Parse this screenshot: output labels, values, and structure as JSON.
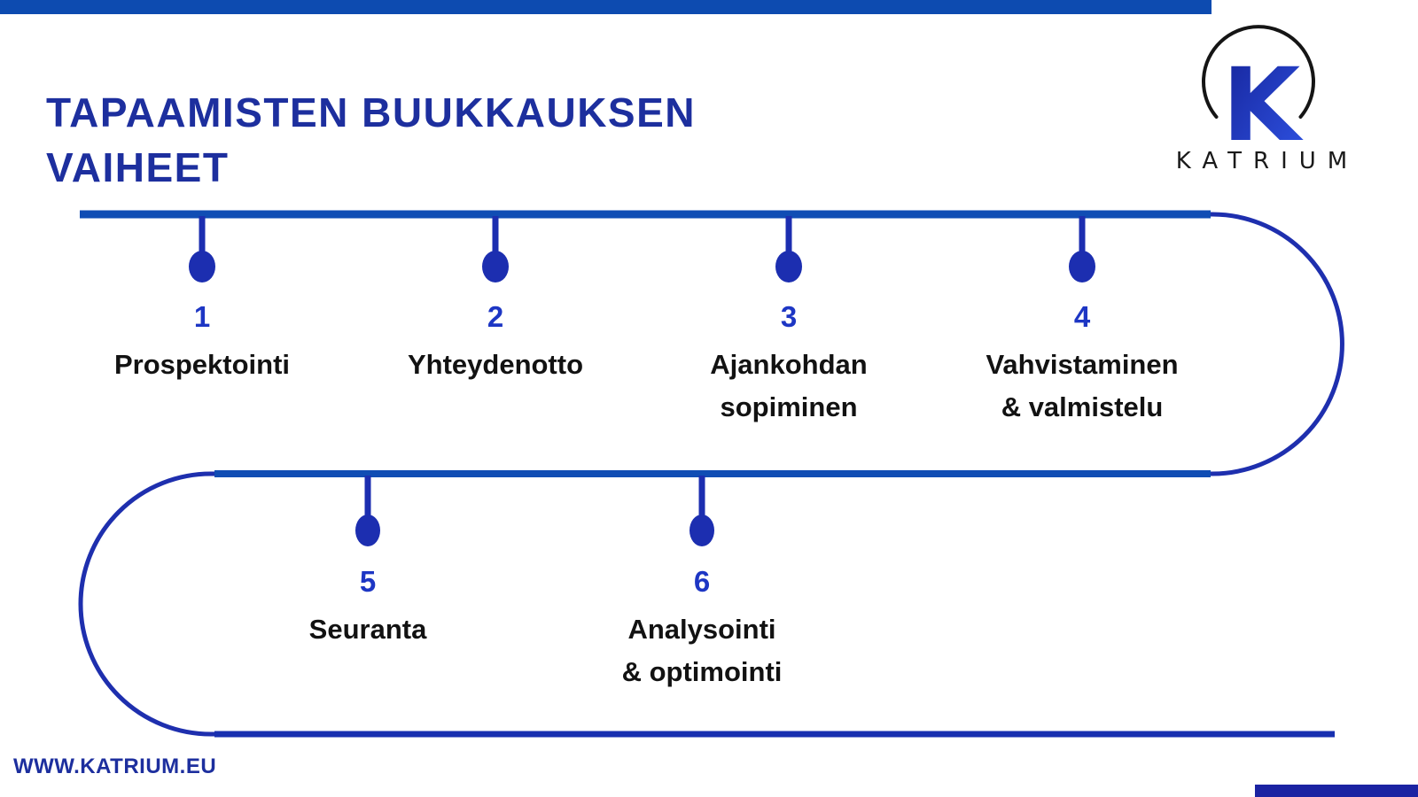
{
  "title": {
    "line1": "TAPAAMISTEN BUUKKAUKSEN",
    "line2": "VAIHEET"
  },
  "steps": [
    {
      "number": "1",
      "label1": "Prospektointi",
      "label2": ""
    },
    {
      "number": "2",
      "label1": "Yhteydenotto",
      "label2": ""
    },
    {
      "number": "3",
      "label1": "Ajankohdan",
      "label2": "sopiminen"
    },
    {
      "number": "4",
      "label1": "Vahvistaminen",
      "label2": "& valmistelu"
    },
    {
      "number": "5",
      "label1": "Seuranta",
      "label2": ""
    },
    {
      "number": "6",
      "label1": "Analysointi",
      "label2": "& optimointi"
    }
  ],
  "logo": {
    "letter": "K",
    "brand": "KATRIUM"
  },
  "footer": {
    "website": "WWW.KATRIUM.EU"
  },
  "colors": {
    "top_bar": "#0D4BB0",
    "bottom_accent_bar": "#1B23A2",
    "timeline_straight": "#104DB4",
    "timeline_curve": "#1E2FAE",
    "dot": "#1C2EB0",
    "step_number": "#1D36C4",
    "step_label": "#121212",
    "title_text": "#1D2F9E",
    "logo_gradient_start": "#16249A",
    "logo_gradient_end": "#2E52E2"
  }
}
